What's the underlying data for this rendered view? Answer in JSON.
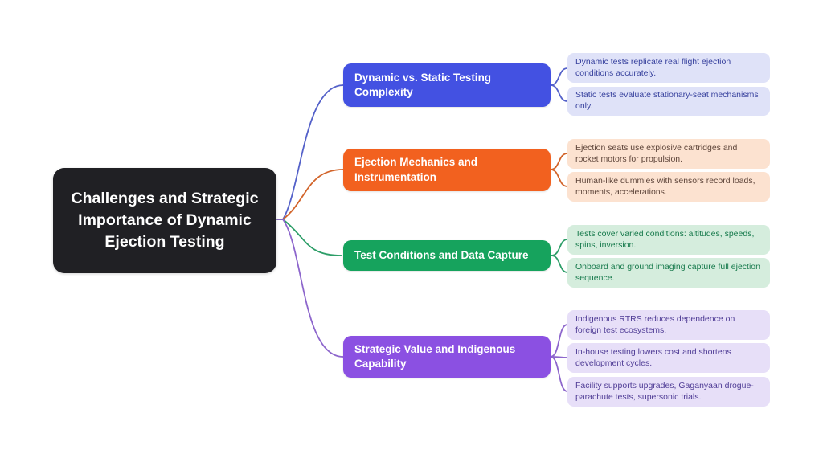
{
  "canvas": {
    "background": "#ffffff"
  },
  "diagram": {
    "type": "mindmap",
    "root": {
      "label": "Challenges and Strategic Importance of Dynamic Ejection Testing",
      "bg": "#202024",
      "text_color": "#ffffff"
    },
    "branches": [
      {
        "label": "Dynamic vs. Static Testing Complexity",
        "color": "#4351e2",
        "line_color": "#5461c9",
        "leaf_bg": "#dfe2f8",
        "leaf_text": "#38429e",
        "leaves": [
          "Dynamic tests replicate real flight ejection conditions accurately.",
          "Static tests evaluate stationary-seat mechanisms only."
        ]
      },
      {
        "label": "Ejection Mechanics and Instrumentation",
        "color": "#f2611f",
        "line_color": "#d2642a",
        "leaf_bg": "#fce2d0",
        "leaf_text": "#5f463b",
        "leaves": [
          "Ejection seats use explosive cartridges and rocket motors for propulsion.",
          "Human-like dummies with sensors record loads, moments, accelerations."
        ]
      },
      {
        "label": "Test Conditions and Data Capture",
        "color": "#16a35d",
        "line_color": "#2d9e68",
        "leaf_bg": "#d5eddd",
        "leaf_text": "#177a4c",
        "leaves": [
          "Tests cover varied conditions: altitudes, speeds, spins, inversion.",
          "Onboard and ground imaging capture full ejection sequence."
        ]
      },
      {
        "label": "Strategic Value and Indigenous Capability",
        "color": "#8b50e2",
        "line_color": "#8d66cc",
        "leaf_bg": "#e7dff8",
        "leaf_text": "#503d96",
        "leaves": [
          "Indigenous RTRS reduces dependence on foreign test ecosystems.",
          "In-house testing lowers cost and shortens development cycles.",
          "Facility supports upgrades, Gaganyaan drogue-parachute tests, supersonic trials."
        ]
      }
    ]
  }
}
